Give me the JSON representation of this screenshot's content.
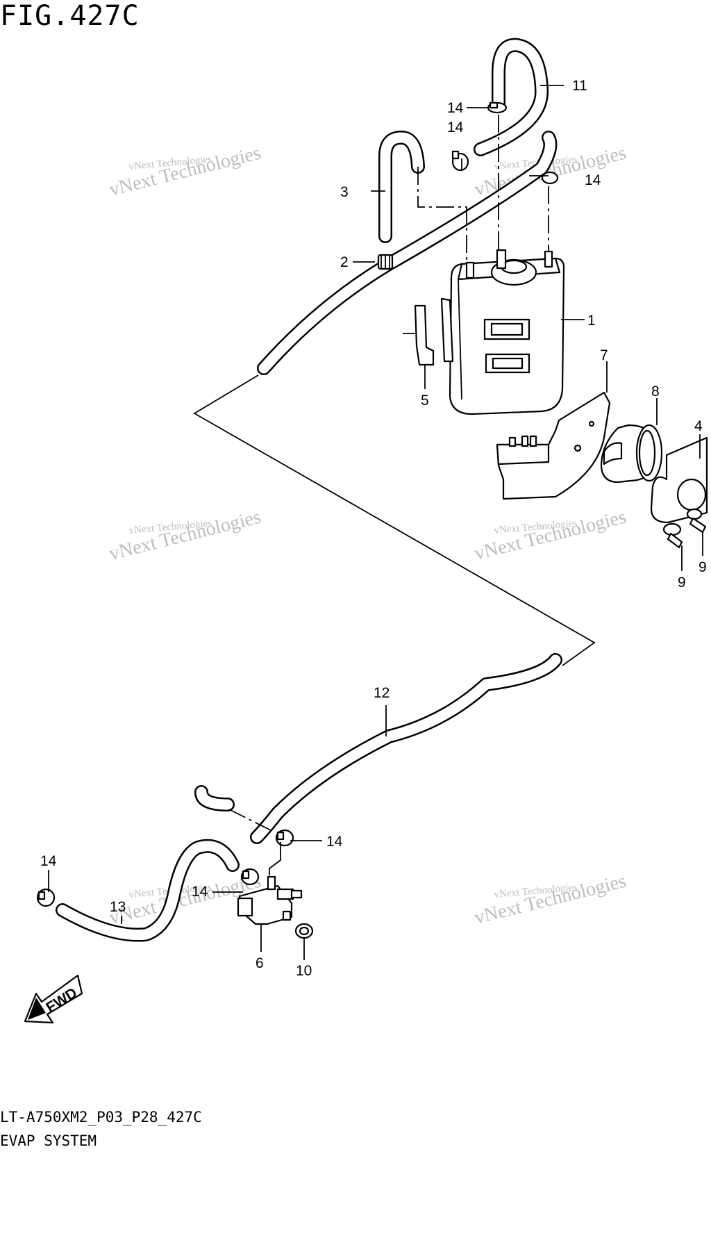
{
  "figure": {
    "title": "FIG.427C",
    "code": "LT-A750XM2_P03_P28_427C",
    "name": "EVAP SYSTEM"
  },
  "callouts": {
    "c1": "1",
    "c2": "2",
    "c3": "3",
    "c4": "4",
    "c5": "5",
    "c6": "6",
    "c7": "7",
    "c8": "8",
    "c9a": "9",
    "c9b": "9",
    "c10": "10",
    "c11": "11",
    "c12": "12",
    "c13": "13",
    "c14a": "14",
    "c14b": "14",
    "c14c": "14",
    "c14d": "14",
    "c14e": "14",
    "c14f": "14"
  },
  "watermark": {
    "line1": "vNext Technologies",
    "line2": "vNext Technologies"
  },
  "fwd_label": "FWD",
  "colors": {
    "line": "#000000",
    "watermark": "#bdbdbd",
    "background": "#ffffff"
  }
}
